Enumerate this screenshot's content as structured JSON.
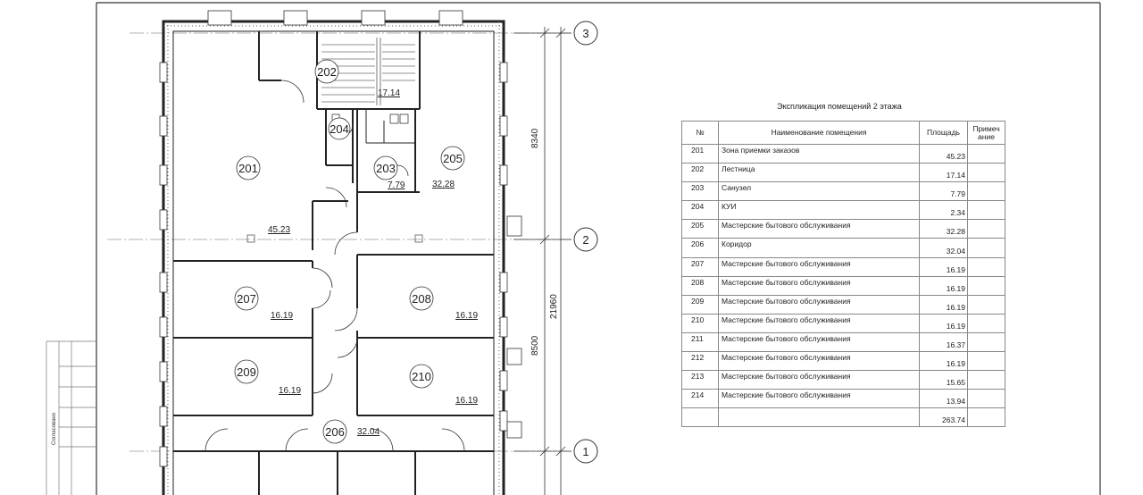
{
  "floor_plan": {
    "rooms": [
      {
        "number": "201",
        "area": "45.23"
      },
      {
        "number": "202",
        "area": "17.14"
      },
      {
        "number": "203",
        "area": "7.79"
      },
      {
        "number": "204",
        "area": ""
      },
      {
        "number": "205",
        "area": "32.28"
      },
      {
        "number": "206",
        "area": "32.04"
      },
      {
        "number": "207",
        "area": "16.19"
      },
      {
        "number": "208",
        "area": "16.19"
      },
      {
        "number": "209",
        "area": "16.19"
      },
      {
        "number": "210",
        "area": "16.19"
      }
    ],
    "axes": [
      "3",
      "2",
      "1"
    ],
    "dimensions": [
      "8340",
      "21960",
      "8500"
    ],
    "side_label": "Согласовано"
  },
  "explication": {
    "title": "Экспликация помещений 2 этажа",
    "headers": {
      "num": "№",
      "name": "Наименование помещения",
      "area": "Площадь",
      "note": "Примеч ание"
    },
    "rows": [
      {
        "num": "201",
        "name": "Зона приемки заказов",
        "area": "45.23"
      },
      {
        "num": "202",
        "name": "Лестница",
        "area": "17.14"
      },
      {
        "num": "203",
        "name": "Санузел",
        "area": "7.79"
      },
      {
        "num": "204",
        "name": "КУИ",
        "area": "2.34"
      },
      {
        "num": "205",
        "name": "Мастерские бытового обслуживания",
        "area": "32.28"
      },
      {
        "num": "206",
        "name": "Коридор",
        "area": "32.04"
      },
      {
        "num": "207",
        "name": "Мастерские бытового обслуживания",
        "area": "16.19"
      },
      {
        "num": "208",
        "name": "Мастерские бытового обслуживания",
        "area": "16.19"
      },
      {
        "num": "209",
        "name": "Мастерские бытового обслуживания",
        "area": "16.19"
      },
      {
        "num": "210",
        "name": "Мастерские бытового обслуживания",
        "area": "16.19"
      },
      {
        "num": "211",
        "name": "Мастерские бытового обслуживания",
        "area": "16.37"
      },
      {
        "num": "212",
        "name": "Мастерские бытового обслуживания",
        "area": "16.19"
      },
      {
        "num": "213",
        "name": "Мастерские бытового обслуживания",
        "area": "15.65"
      },
      {
        "num": "214",
        "name": "Мастерские бытового обслуживания",
        "area": "13.94"
      }
    ],
    "total": "263.74"
  }
}
